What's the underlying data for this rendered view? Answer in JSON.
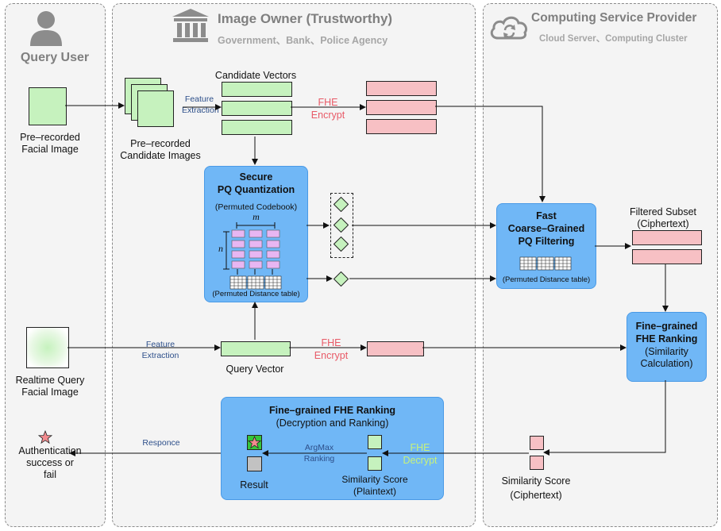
{
  "lanes": {
    "query_user": {
      "title": "Query User"
    },
    "image_owner": {
      "title": "Image Owner (Trustworthy)",
      "subtitle": "Government、Bank、Police Agency"
    },
    "service_provider": {
      "title": "Computing Service Provider",
      "subtitle": "Cloud Server、Computing Cluster"
    }
  },
  "query_user": {
    "prerecorded_image": "Pre–recorded\nFacial Image",
    "realtime_image": "Realtime Query\nFacial Image",
    "auth_result": "Authentication\nsuccess or\nfail"
  },
  "owner": {
    "candidate_vectors": "Candidate Vectors",
    "prerecorded_candidates": "Pre–recorded\nCandidate Images",
    "feature_extraction": "Feature\nExtraction",
    "fhe_encrypt": "FHE\nEncrypt",
    "secure_pq": {
      "title": "Secure\nPQ Quantization",
      "codebook": "(Permuted Codebook)",
      "m": "m",
      "n": "n",
      "distance_table": "(Permuted Distance table)"
    },
    "query_vector": "Query Vector",
    "fine_rank_local": {
      "title": "Fine–grained FHE Ranking",
      "subtitle": "(Decryption and Ranking)"
    },
    "argmax": "ArgMax\nRanking",
    "fhe_decrypt": "FHE\nDecrypt",
    "result": "Result",
    "similarity_plain": "Similarity Score\n(Plaintext)",
    "responce": "Responce"
  },
  "provider": {
    "fast_filter": {
      "title": "Fast\nCoarse–Grained\nPQ Filtering",
      "distance_table": "(Permuted Distance table)"
    },
    "filtered_subset": "Filtered Subset\n(Ciphertext)",
    "fine_rank_cloud": {
      "title": "Fine–grained\nFHE Ranking",
      "subtitle": "(Similarity\nCalculation)"
    },
    "similarity_cipher": "Similarity Score\n(Ciphertext)"
  },
  "colors": {
    "green": "#c6f2be",
    "pink": "#f7c0c4",
    "process_blue": "#70b7f6",
    "encrypt_red": "#e85a67",
    "decrypt_green": "#c8f27a",
    "label_blue": "#2d4f8a"
  }
}
